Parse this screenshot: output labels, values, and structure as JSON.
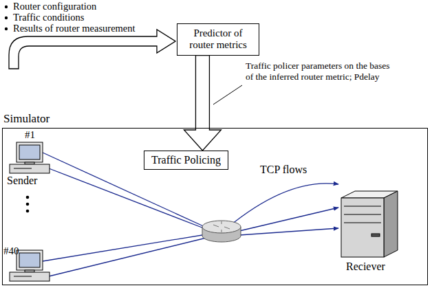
{
  "diagram": {
    "nodes": [
      {
        "text": [
          "Predictor of router metrics"
        ]
      },
      {
        "text": [
          "Simulator"
        ]
      },
      {
        "text": [
          "Traffic Policing"
        ],
        "in": 1
      }
    ],
    "edges": [
      {
        "from": 0,
        "to": 2,
        "arrow": "to",
        "label": "Traffic policer parameters on the bases of the inferred router metric; Pdelay"
      }
    ],
    "labels": [
      "Router configuration",
      "Traffic conditions",
      "Results of router measurement",
      "#1",
      "Sender",
      "TCP flows",
      "Reciever",
      "#40"
    ]
  }
}
